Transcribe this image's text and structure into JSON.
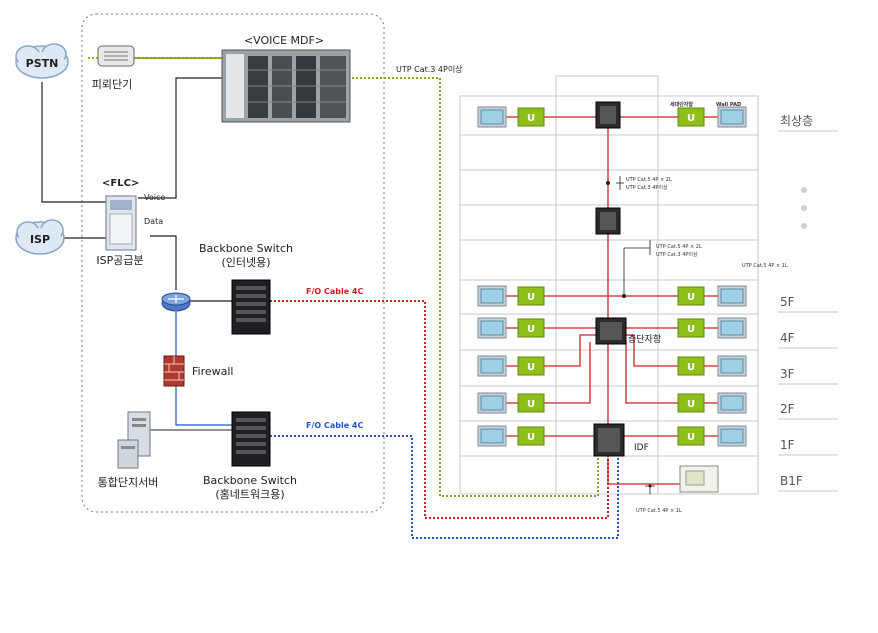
{
  "clouds": {
    "pstn": "PSTN",
    "isp": "ISP"
  },
  "left": {
    "voice_mdf": "<VOICE MDF>",
    "terminal": "피뢰단기",
    "flc": "<FLC>",
    "voice": "Voice",
    "data": "Data",
    "isp_supply": "ISP공급분",
    "backbone1_line1": "Backbone Switch",
    "backbone1_line2": "(인터넷용)",
    "firewall": "Firewall",
    "server": "통합단지서버",
    "backbone2_line1": "Backbone Switch",
    "backbone2_line2": "(홈네트워크용)"
  },
  "cables": {
    "utp_main": "UTP Cat.3 4P이상",
    "fo_red": "F/O Cable 4C",
    "fo_blue": "F/O Cable 4C",
    "utp_right": "UTP Cat.5 4P × 1L",
    "utp_bottom": "UTP Cat.5 4P × 1L",
    "riser_a1": "UTP Cat.5 4P × 2L",
    "riser_a2": "UTP Cat.3 4P이상",
    "riser_b1": "UTP Cat.5 4P × 2L",
    "riser_b2": "UTP Cat.3 4P이상"
  },
  "building": {
    "outlet_label": "세대단자함",
    "wallpad_label": "Wall PAD",
    "floors": [
      "최상층",
      "5F",
      "4F",
      "3F",
      "2F",
      "1F",
      "B1F"
    ],
    "junction": "층단자함",
    "idf": "IDF",
    "unit_mark": "U"
  },
  "colors": {
    "red": "#cc2222",
    "blue": "#2255cc",
    "green": "#88bb11",
    "olive": "#999922"
  }
}
